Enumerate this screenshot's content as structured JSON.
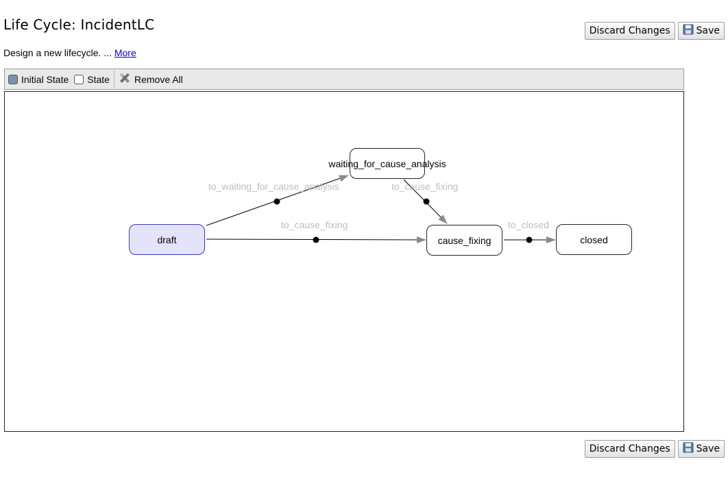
{
  "header": {
    "title": "Life Cycle: IncidentLC",
    "description": "Design a new lifecycle. ...",
    "more_link": "More"
  },
  "actions": {
    "discard_label": "Discard Changes",
    "save_label": "Save"
  },
  "toolbar": {
    "initial_state_label": "Initial State",
    "state_label": "State",
    "remove_all_label": "Remove All"
  },
  "diagram": {
    "states": {
      "draft": "draft",
      "waiting": "waiting_for_cause_analysis",
      "cause_fixing": "cause_fixing",
      "closed": "closed"
    },
    "transitions": {
      "to_waiting_for_cause_analysis": "to_waiting_for_cause_analysis",
      "to_cause_fixing_from_draft": "to_cause_fixing",
      "to_cause_fixing_from_waiting": "to_cause_fixing",
      "to_closed": "to_closed"
    },
    "initial_state": "draft"
  },
  "colors": {
    "initial_fill": "#e3e3fb",
    "initial_border": "#3535c8",
    "edge_line": "#000000",
    "arrow_head": "#8a8a8a",
    "transition_label": "#bdbdbd"
  }
}
